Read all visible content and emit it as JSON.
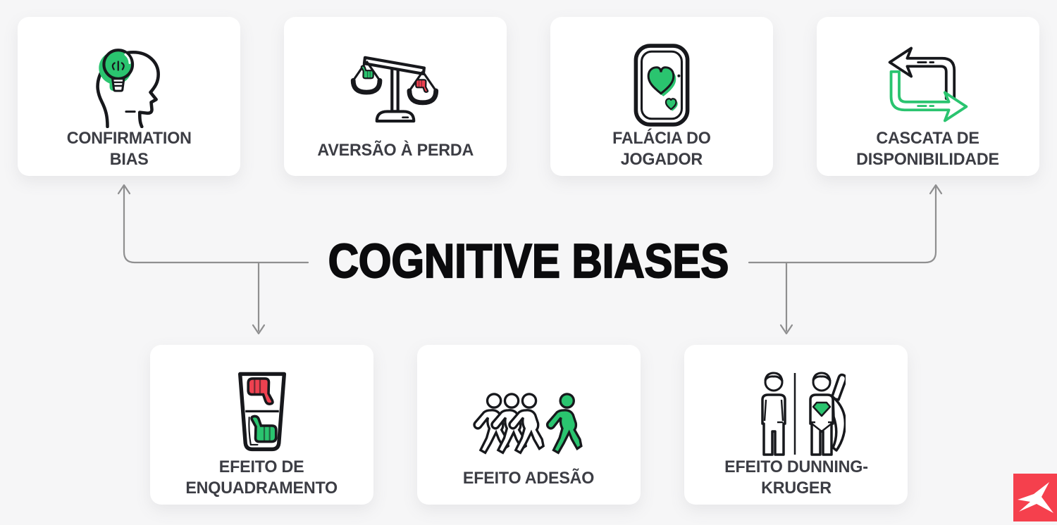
{
  "colors": {
    "green": "#2ac46f",
    "red": "#ee4150",
    "ink": "#17181c",
    "text": "#3c3d44",
    "title": "#0b0b0d",
    "line": "#8f8f90",
    "card_bg": "#ffffff",
    "page_bg": "#f6f6f7",
    "logo_red": "#f5404d"
  },
  "title": {
    "text": "COGNITIVE BIASES"
  },
  "cards": [
    {
      "id": "confirmation-bias",
      "icon": "head-lightbulb-icon",
      "lines": [
        "CONFIRMATION",
        "BIAS"
      ]
    },
    {
      "id": "aversao-a-perda",
      "icon": "balance-scale-icon",
      "lines": [
        "AVERSÃO À PERDA"
      ]
    },
    {
      "id": "falacia-do-jogador",
      "icon": "playing-card-hearts-icon",
      "lines": [
        "FALÁCIA DO",
        "JOGADOR"
      ]
    },
    {
      "id": "cascata-de-disponibilidade",
      "icon": "cycle-arrows-icon",
      "lines": [
        "CASCATA DE",
        "DISPONIBILIDADE"
      ]
    },
    {
      "id": "efeito-de-enquadramento",
      "icon": "half-full-glass-icon",
      "lines": [
        "EFEITO DE",
        "ENQUADRAMENTO"
      ]
    },
    {
      "id": "efeito-adesao",
      "icon": "walking-crowd-icon",
      "lines": [
        "EFEITO ADESÃO"
      ]
    },
    {
      "id": "efeito-dunning-kruger",
      "icon": "person-superhero-icon",
      "lines": [
        "EFEITO DUNNING-",
        "KRUGER"
      ]
    }
  ],
  "logo": {
    "name": "xtb-logo"
  }
}
